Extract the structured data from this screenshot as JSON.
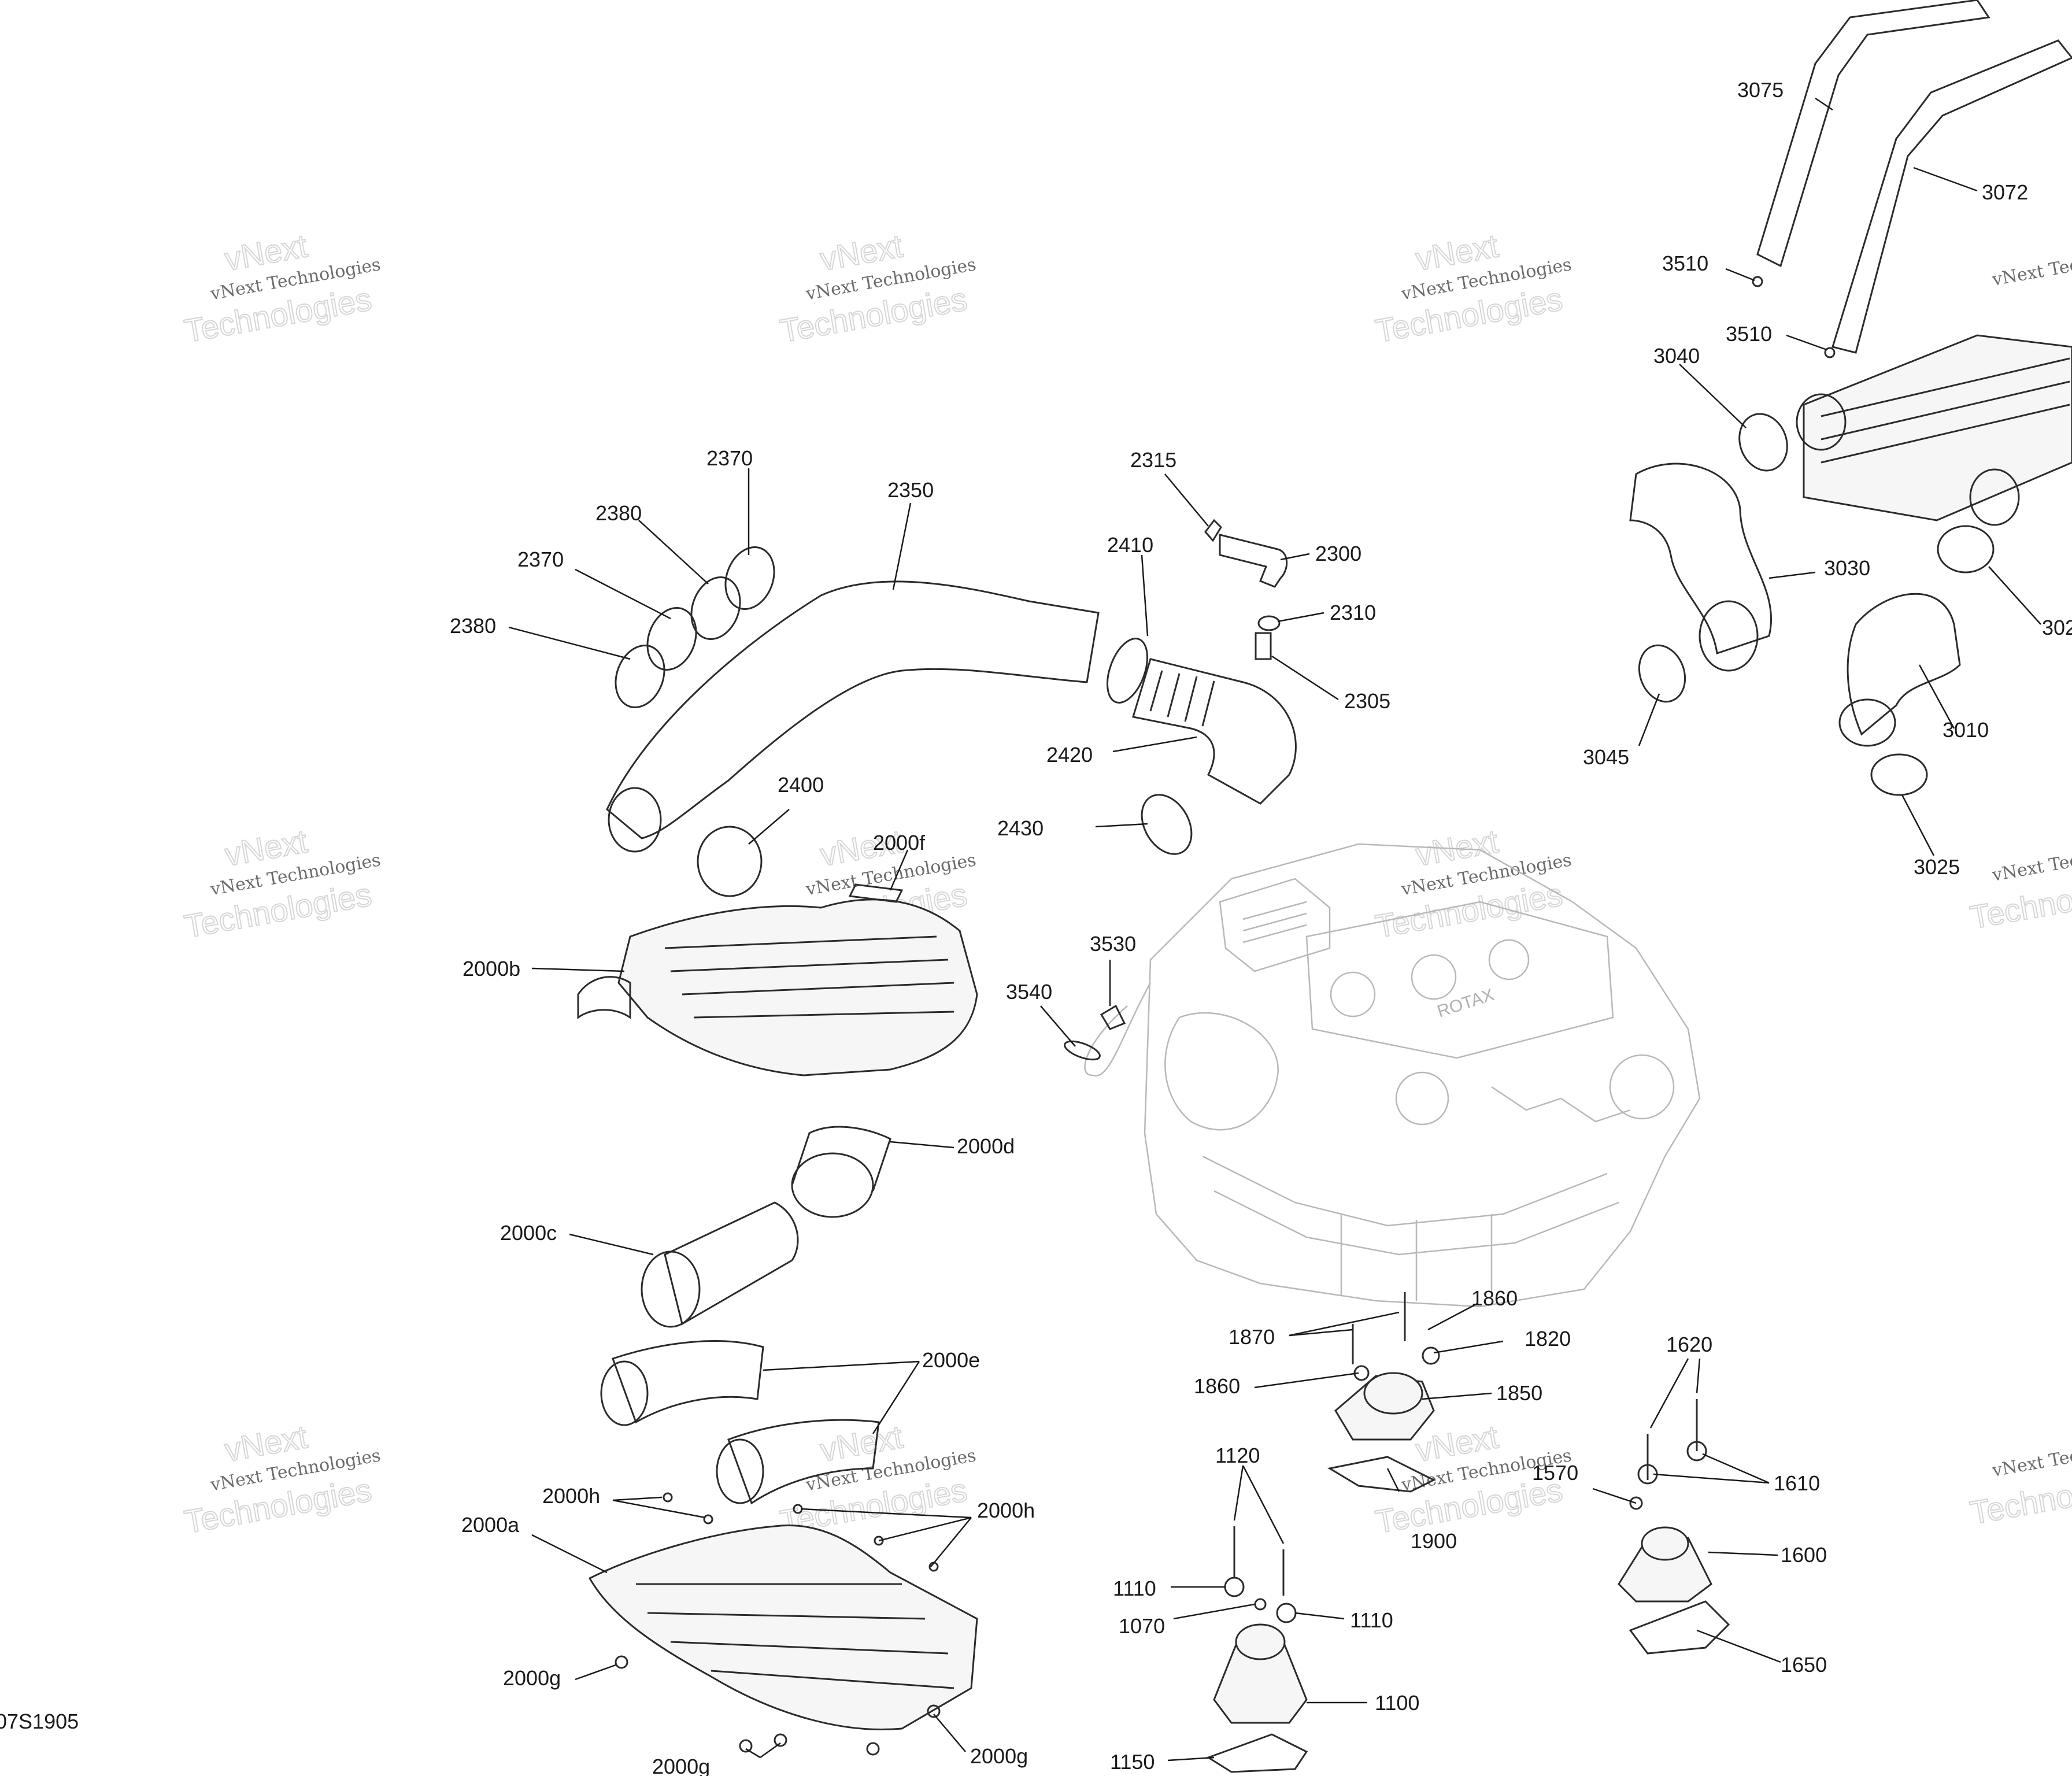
{
  "diagram_id": "07S1905",
  "watermark": {
    "line1": "vNext Technologies",
    "line2": "Technologies",
    "tag": "vNext"
  },
  "engine_brand": "ROTAX",
  "labels": {
    "l1070": "1070",
    "l1100": "1100",
    "l1110a": "1110",
    "l1110b": "1110",
    "l1120": "1120",
    "l1150": "1150",
    "l1570": "1570",
    "l1600": "1600",
    "l1610": "1610",
    "l1620": "1620",
    "l1650": "1650",
    "l1820": "1820",
    "l1850": "1850",
    "l1860a": "1860",
    "l1860b": "1860",
    "l1870": "1870",
    "l1900": "1900",
    "l2000a": "2000a",
    "l2000b": "2000b",
    "l2000c": "2000c",
    "l2000d": "2000d",
    "l2000e": "2000e",
    "l2000f": "2000f",
    "l2000g1": "2000g",
    "l2000g2": "2000g",
    "l2000g3": "2000g",
    "l2000h1": "2000h",
    "l2000h2": "2000h",
    "l2300": "2300",
    "l2305": "2305",
    "l2310": "2310",
    "l2315": "2315",
    "l2350": "2350",
    "l2370a": "2370",
    "l2370b": "2370",
    "l2380a": "2380",
    "l2380b": "2380",
    "l2400": "2400",
    "l2410": "2410",
    "l2420": "2420",
    "l2430": "2430",
    "l3010": "3010",
    "l3020": "302",
    "l3025": "3025",
    "l3030": "3030",
    "l3040": "3040",
    "l3045": "3045",
    "l3072": "3072",
    "l3075": "3075",
    "l3510a": "3510",
    "l3510b": "3510",
    "l3530": "3530",
    "l3540": "3540"
  }
}
